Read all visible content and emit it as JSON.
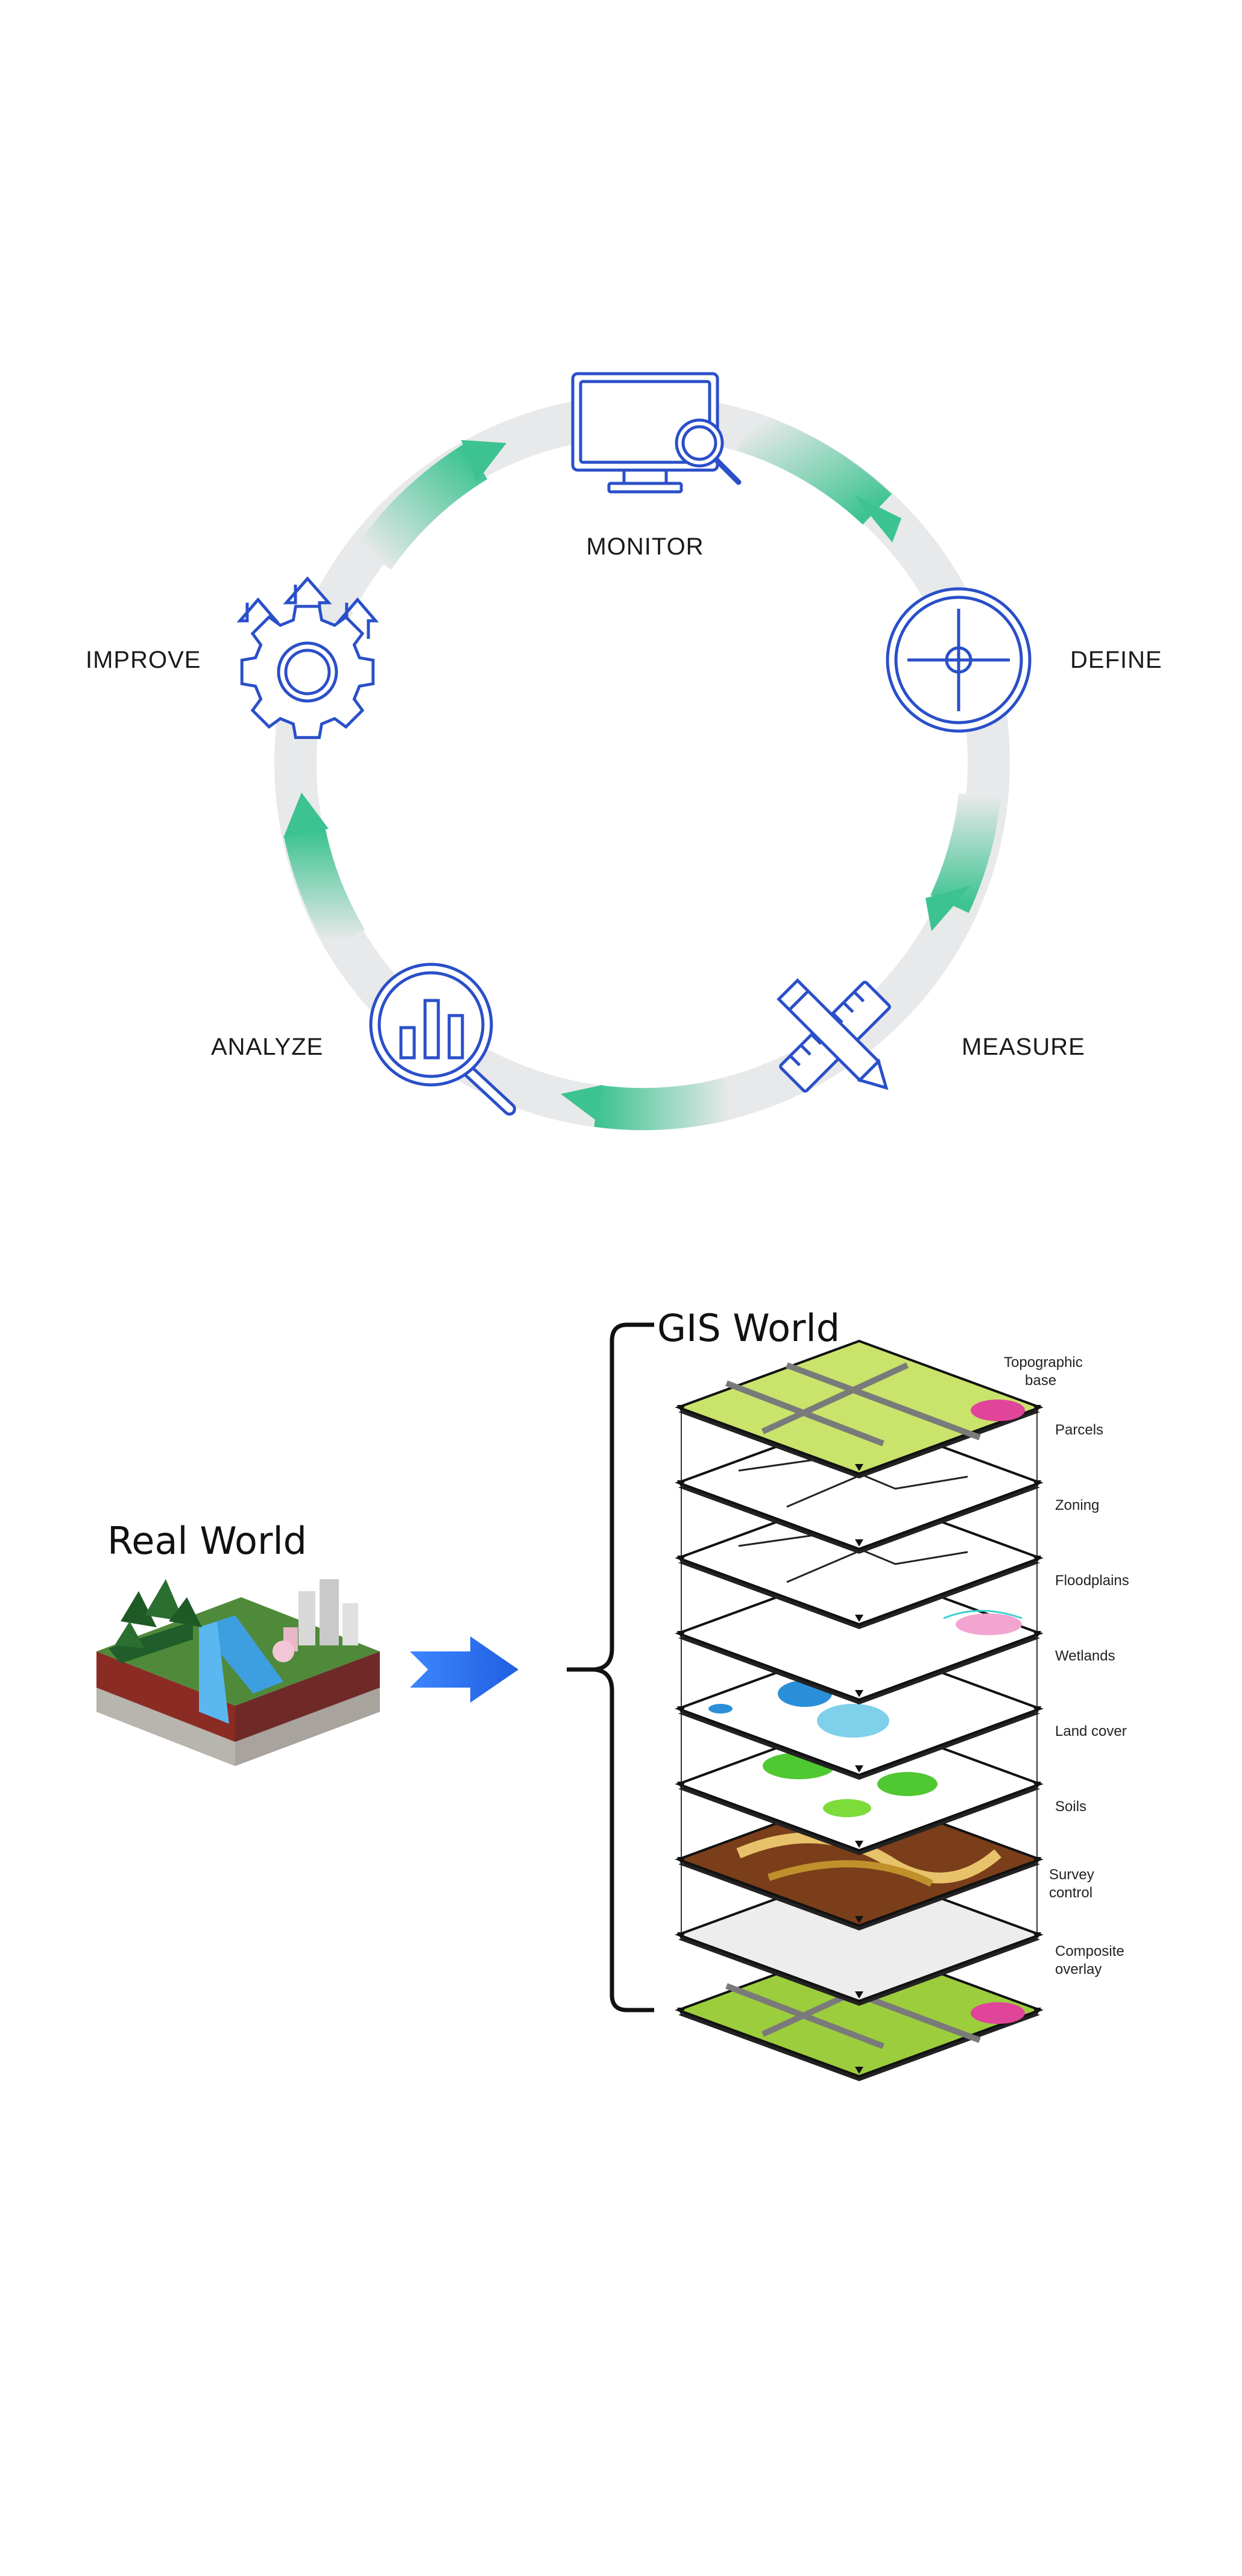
{
  "cycle": {
    "steps": [
      {
        "label": "MONITOR",
        "icon": "monitor-magnifier-icon"
      },
      {
        "label": "DEFINE",
        "icon": "target-crosshair-icon"
      },
      {
        "label": "MEASURE",
        "icon": "ruler-pencil-icon"
      },
      {
        "label": "ANALYZE",
        "icon": "bar-chart-magnifier-icon"
      },
      {
        "label": "IMPROVE",
        "icon": "gear-up-arrows-icon"
      }
    ],
    "colors": {
      "ring": "#e8e9ea",
      "arrow": "#3cc391",
      "icon_stroke": "#2a4fc9"
    }
  },
  "gis": {
    "real_world_title": "Real World",
    "gis_world_title": "GIS World",
    "layers": [
      {
        "label": "Topographic base"
      },
      {
        "label": "Parcels"
      },
      {
        "label": "Zoning"
      },
      {
        "label": "Floodplains"
      },
      {
        "label": "Wetlands"
      },
      {
        "label": "Land cover"
      },
      {
        "label": "Soils"
      },
      {
        "label": "Survey control"
      },
      {
        "label": "Composite overlay"
      }
    ],
    "colors": {
      "arrow": "#2b6ef2"
    }
  }
}
